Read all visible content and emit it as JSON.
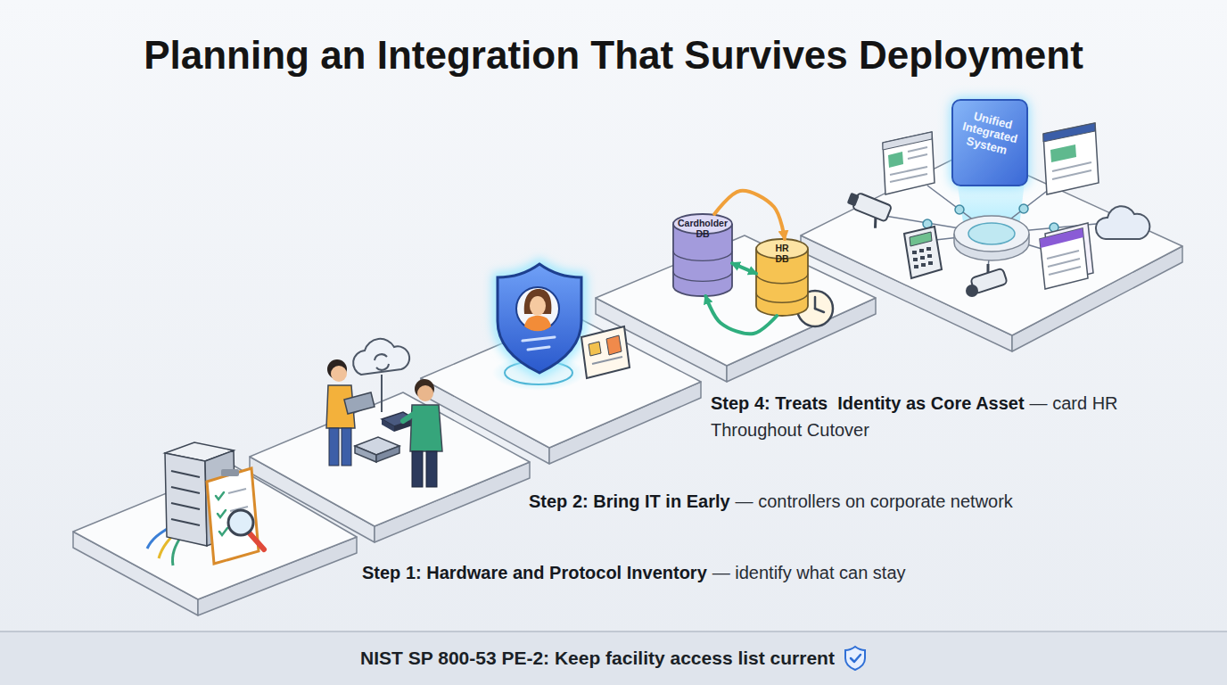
{
  "diagram": {
    "title": "Planning an Integration That Survives Deployment",
    "caption": "NIST SP 800-53 PE-2: Keep facility access list current",
    "nodes": [
      {
        "text": [
          "Cardholder DB"
        ]
      },
      {
        "text": [
          "HR DB"
        ]
      },
      {
        "text": [
          "Unified Integrated System"
        ]
      }
    ],
    "edges": [
      {
        "from": 0,
        "to": 1,
        "arrow": "both"
      },
      {
        "from": 0,
        "to": 1,
        "arrow": "to"
      },
      {
        "from": 1,
        "to": 0,
        "arrow": "to"
      }
    ],
    "labels": [
      "Step 1: Hardware and Protocol Inventory",
      "— identify what can stay",
      "Step 2: Bring IT in Early",
      "— controllers on corporate network",
      "Step 4: Treats  Identity as Core Asset",
      "— card HR Throughout Cutover"
    ]
  }
}
